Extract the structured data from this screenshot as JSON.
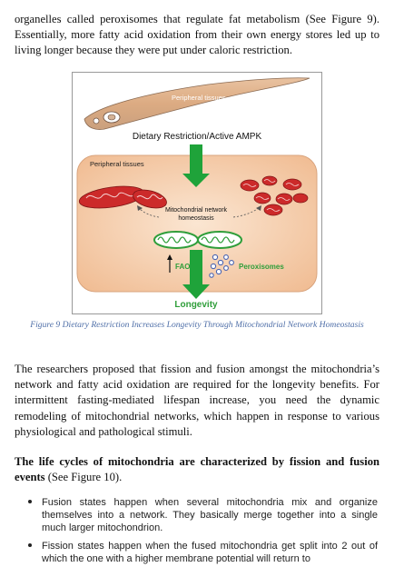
{
  "doc": {
    "p1": "organelles called peroxisomes that regulate fat metabolism (See Figure 9). Essentially, more fatty acid oxidation from their own energy stores led up to living longer because they were put under caloric restriction.",
    "figure": {
      "label_peripheral_top": "Peripheral tissues",
      "label_dr": "Dietary Restriction/Active AMPK",
      "label_peripheral_inner": "Peripheral tissues",
      "label_network_1": "Mitochondrial network",
      "label_network_2": "homeostasis",
      "label_fao": "FAO",
      "label_peroxisomes": "Peroxisomes",
      "label_longevity": "Longevity",
      "colors": {
        "arrow": "#1fa33a",
        "tissue": "#f2c7a4",
        "mito_red": "#cc2a2a",
        "mito_green": "#2f9e3a",
        "perox": "#4a63b0"
      }
    },
    "caption": "Figure 9 Dietary Restriction Increases Longevity Through Mitochondrial Network Homeostasis",
    "p2": "The researchers proposed that fission and fusion amongst the mitochondria’s network and fatty acid oxidation are required for the longevity benefits. For intermittent fasting-mediated lifespan increase, you need the dynamic remodeling of mitochondrial networks, which happen in response to various physiological and pathological stimuli.",
    "p3_bold": "The life cycles of mitochondria are characterized by fission and fusion events",
    "p3_rest": " (See Figure 10).",
    "bullets": [
      "Fusion states happen when several mitochondria mix and organize themselves into a network. They basically merge together into a single much larger mitochondrion.",
      "Fission states happen when the fused mitochondria get split into 2 out of which the one with a higher membrane potential will return to"
    ]
  }
}
